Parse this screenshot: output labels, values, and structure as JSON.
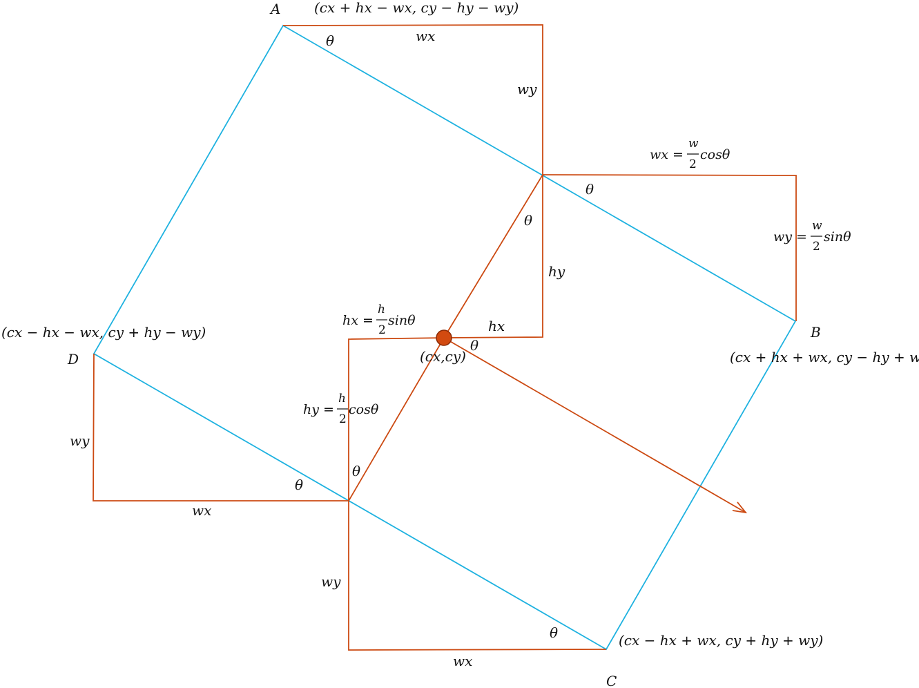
{
  "points": {
    "A": {
      "letter": "A",
      "coords": "(cx + hx − wx, cy − hy − wy)"
    },
    "B": {
      "letter": "B",
      "coords": "(cx + hx + wx, cy − hy + wy)"
    },
    "C": {
      "letter": "C",
      "coords": "(cx − hx + wx, cy + hy + wy)"
    },
    "D": {
      "letter": "D",
      "coords": "(cx − hx − wx, cy + hy − wy)"
    },
    "center": {
      "coords": "(cx,cy)"
    }
  },
  "labels": {
    "theta": "θ",
    "wx": "wx",
    "wy": "wy",
    "hx": "hx",
    "hy": "hy"
  },
  "formulas": {
    "wx_lhs": "wx =",
    "wx_rhs": "cosθ",
    "wy_lhs": "wy =",
    "wy_rhs": "sinθ",
    "hx_lhs": "hx =",
    "hx_rhs": "sinθ",
    "hy_lhs": "hy =",
    "hy_rhs": "cosθ",
    "w_num": "w",
    "h_num": "h",
    "denom": "2"
  },
  "colors": {
    "rectangle": "#1fb2e0",
    "construction": "#cc4a12",
    "center_dot": "#d24a10"
  }
}
